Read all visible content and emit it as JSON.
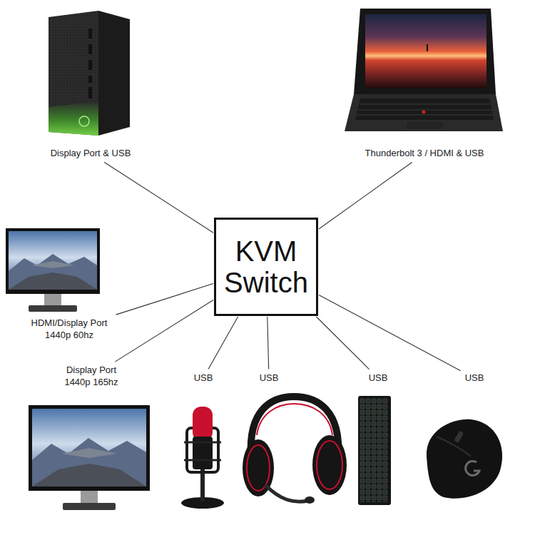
{
  "diagram": {
    "nodes": [
      {
        "text": [
          "Display Port & USB"
        ]
      },
      {
        "text": [
          "Thunderbolt 3 / HDMI & USB"
        ]
      },
      {
        "text": [
          "KVM Switch"
        ]
      },
      {
        "text": [
          "HDMI/Display Port 1440p 60hz"
        ]
      },
      {
        "text": [
          "Display Port 1440p 165hz"
        ]
      },
      {
        "text": [
          "USB"
        ]
      },
      {
        "text": [
          "USB"
        ]
      },
      {
        "text": [
          "USB"
        ]
      },
      {
        "text": [
          "USB"
        ]
      }
    ],
    "edges": [
      {
        "from": 2,
        "to": 0,
        "arrow": "none"
      },
      {
        "from": 2,
        "to": 1,
        "arrow": "none"
      },
      {
        "from": 2,
        "to": 3,
        "arrow": "none"
      },
      {
        "from": 2,
        "to": 4,
        "arrow": "none"
      },
      {
        "from": 2,
        "to": 5,
        "arrow": "none"
      },
      {
        "from": 2,
        "to": 6,
        "arrow": "none"
      },
      {
        "from": 2,
        "to": 7,
        "arrow": "none"
      },
      {
        "from": 2,
        "to": 8,
        "arrow": "none"
      }
    ]
  }
}
